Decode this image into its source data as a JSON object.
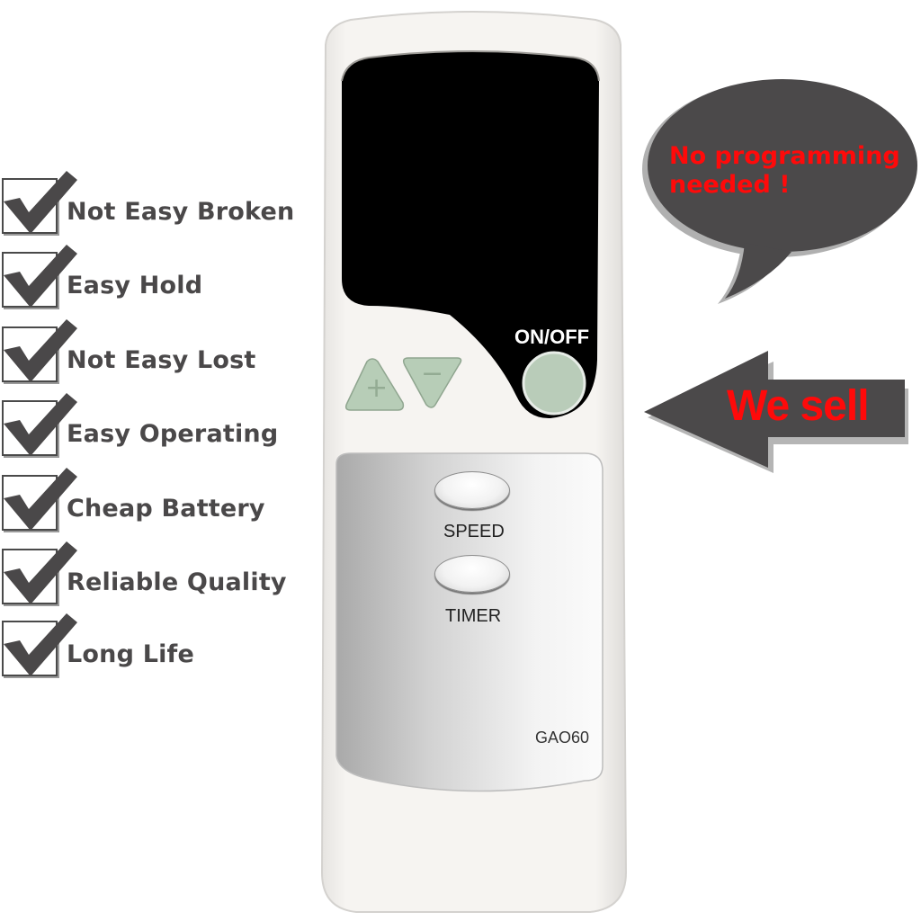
{
  "features": [
    {
      "label": "Not Easy Broken",
      "icon": "checkbox-checkmark-icon"
    },
    {
      "label": "Easy Hold",
      "icon": "checkbox-checkmark-icon"
    },
    {
      "label": "Not Easy Lost",
      "icon": "checkbox-checkmark-icon"
    },
    {
      "label": "Easy Operating",
      "icon": "checkbox-checkmark-icon"
    },
    {
      "label": "Cheap Battery",
      "icon": "checkbox-checkmark-icon"
    },
    {
      "label": "Reliable Quality",
      "icon": "checkbox-checkmark-icon"
    },
    {
      "label": "Long Life",
      "icon": "checkbox-checkmark-icon"
    }
  ],
  "remote": {
    "on_off_label": "ON/OFF",
    "plus_symbol": "+",
    "minus_symbol": "−",
    "speed_label": "SPEED",
    "timer_label": "TIMER",
    "model": "GAO60"
  },
  "callouts": {
    "bubble_line1": "No programming",
    "bubble_line2": "needed !",
    "arrow_text": "We sell"
  },
  "colors": {
    "callout_bg": "#4b494a",
    "callout_text": "#ff0a0a",
    "feature_text": "#4a4849",
    "button_green": "#b7cdb7",
    "remote_body": "#f4f2ef",
    "display_black": "#000000"
  }
}
